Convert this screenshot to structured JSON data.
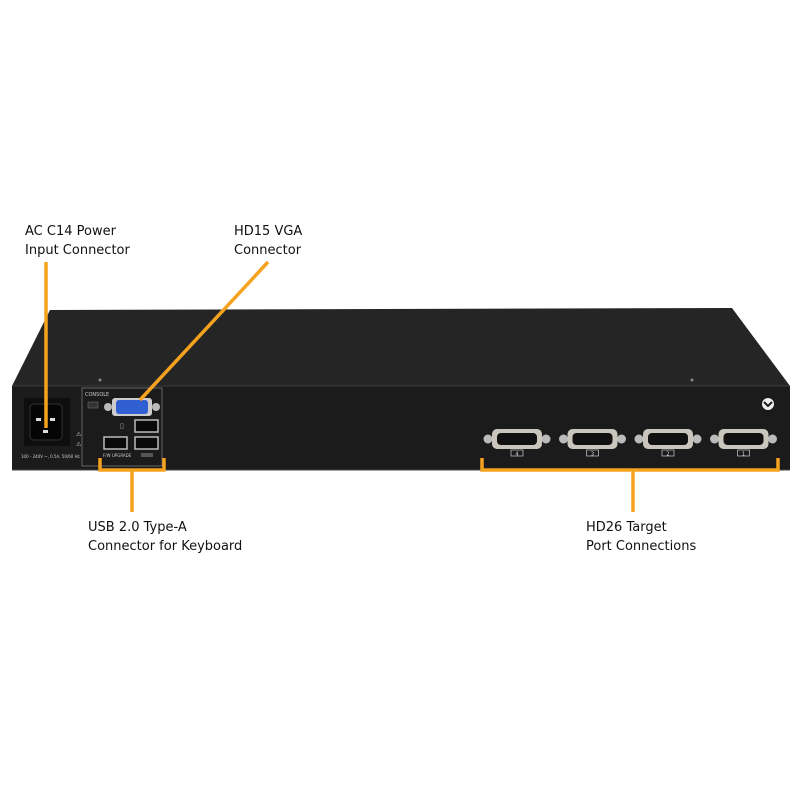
{
  "callouts": {
    "power": {
      "line1": "AC C14 Power",
      "line2": "Input Connector"
    },
    "vga": {
      "line1": "HD15 VGA",
      "line2": "Connector"
    },
    "usb": {
      "line1": "USB 2.0 Type-A",
      "line2": "Connector for Keyboard"
    },
    "ports": {
      "line1": "HD26 Target",
      "line2": "Port Connections"
    }
  },
  "device": {
    "console_label": "CONSOLE",
    "fw_label": "F/W UPGRADE",
    "power_rating": "100 - 240V ~, 0.5A, 50/60 Hz",
    "port_numbers": [
      "4",
      "3",
      "2",
      "1"
    ]
  },
  "colors": {
    "accent": "#f5a31f",
    "chassis": "#1c1c1c"
  }
}
